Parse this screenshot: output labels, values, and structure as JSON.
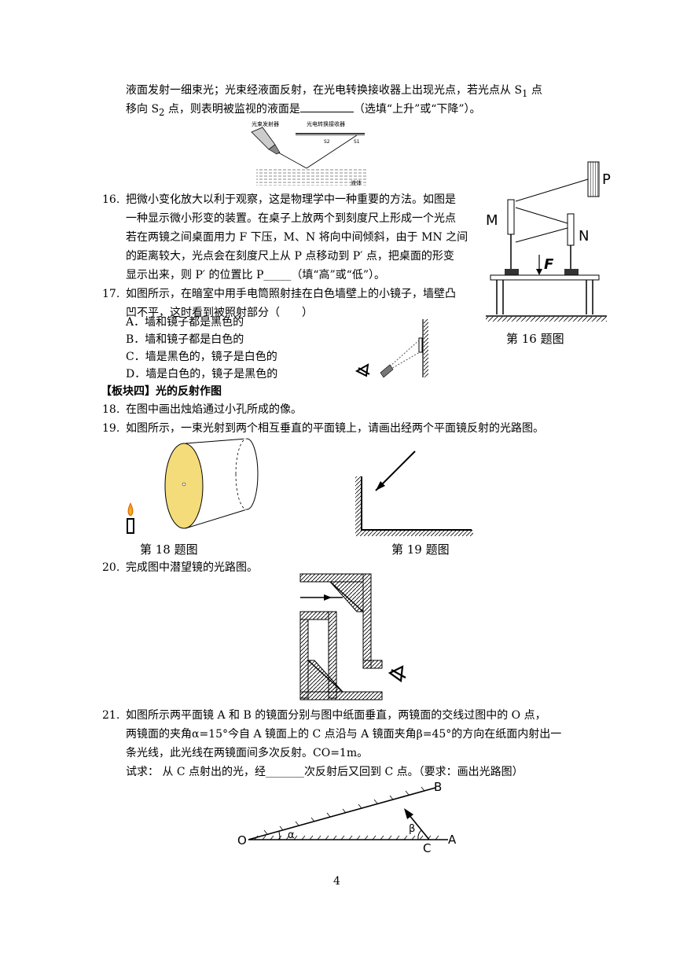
{
  "q15": {
    "line1": "液面发射一细束光；光束经液面反射，在光电转换接收器上出现光点，若光点从 S",
    "sub1": "1",
    "line1b": " 点",
    "line2a": "移向 S",
    "sub2": "2",
    "line2b": " 点，则表明被监视的液面是",
    "line2c": "（选填“上升”或“下降”）。",
    "fig_label_emitter": "光束发射器",
    "fig_label_receiver": "光电转换接收器",
    "fig_label_s2": "S2",
    "fig_label_s1": "S1",
    "fig_label_liquid": "液体"
  },
  "q16": {
    "num": "16.",
    "lines": [
      "把微小变化放大以利于观察，这是物理学中一种重要的方法。如图是",
      "一种显示微小形变的装置。在桌子上放两个到刻度尺上形成一个光点",
      "若在两镜之间桌面用力 F 下压，M、N 将向中间倾斜，由于 MN 之间",
      "的距离较大，光点会在刻度尺上从 P 点移动到 P′ 点，把桌面的形变",
      "显示出来，则 P′ 的位置比 P_____（填“高”或“低”）。"
    ],
    "label_M": "M",
    "label_N": "N",
    "label_P": "P",
    "label_F": "F",
    "caption": "第 16 题图"
  },
  "q17": {
    "num": "17.",
    "line1": "如图所示，在暗室中用手电筒照射挂在白色墙壁上的小镜子，墙壁凸",
    "line2": "凹不平，这时看到被照射部分（　　）",
    "options": [
      "A．墙和镜子都是黑色的",
      "B．墙和镜子都是白色的",
      "C．墙是黑色的，镜子是白色的",
      "D．墙是白色的，镜子是黑色的"
    ]
  },
  "section4": "【板块四】光的反射作图",
  "q18": {
    "num": "18.",
    "text": "在图中画出烛焰通过小孔所成的像。",
    "caption": "第 18 题图"
  },
  "q19": {
    "num": "19.",
    "text": "如图所示，一束光射到两个相互垂直的平面镜上，请画出经两个平面镜反射的光路图。",
    "caption": "第 19 题图"
  },
  "q20": {
    "num": "20.",
    "text": "完成图中潜望镜的光路图。"
  },
  "q21": {
    "num": "21.",
    "lines": [
      "如图所示两平面镜 A 和 B 的镜面分别与图中纸面垂直，两镜面的交线过图中的 O 点，",
      "两镜面的夹角α=15°今自 A 镜面上的 C 点沿与 A 镜面夹角β=45°的方向在纸面内射出一",
      "条光线，此光线在两镜面间多次反射。CO=1m。",
      "试求：  从 C 点射出的光，经_______次反射后又回到 C 点。（要求：画出光路图）"
    ],
    "label_O": "O",
    "label_A": "A",
    "label_B": "B",
    "label_C": "C",
    "label_alpha": "α",
    "label_beta": "β"
  },
  "page_number": "4"
}
